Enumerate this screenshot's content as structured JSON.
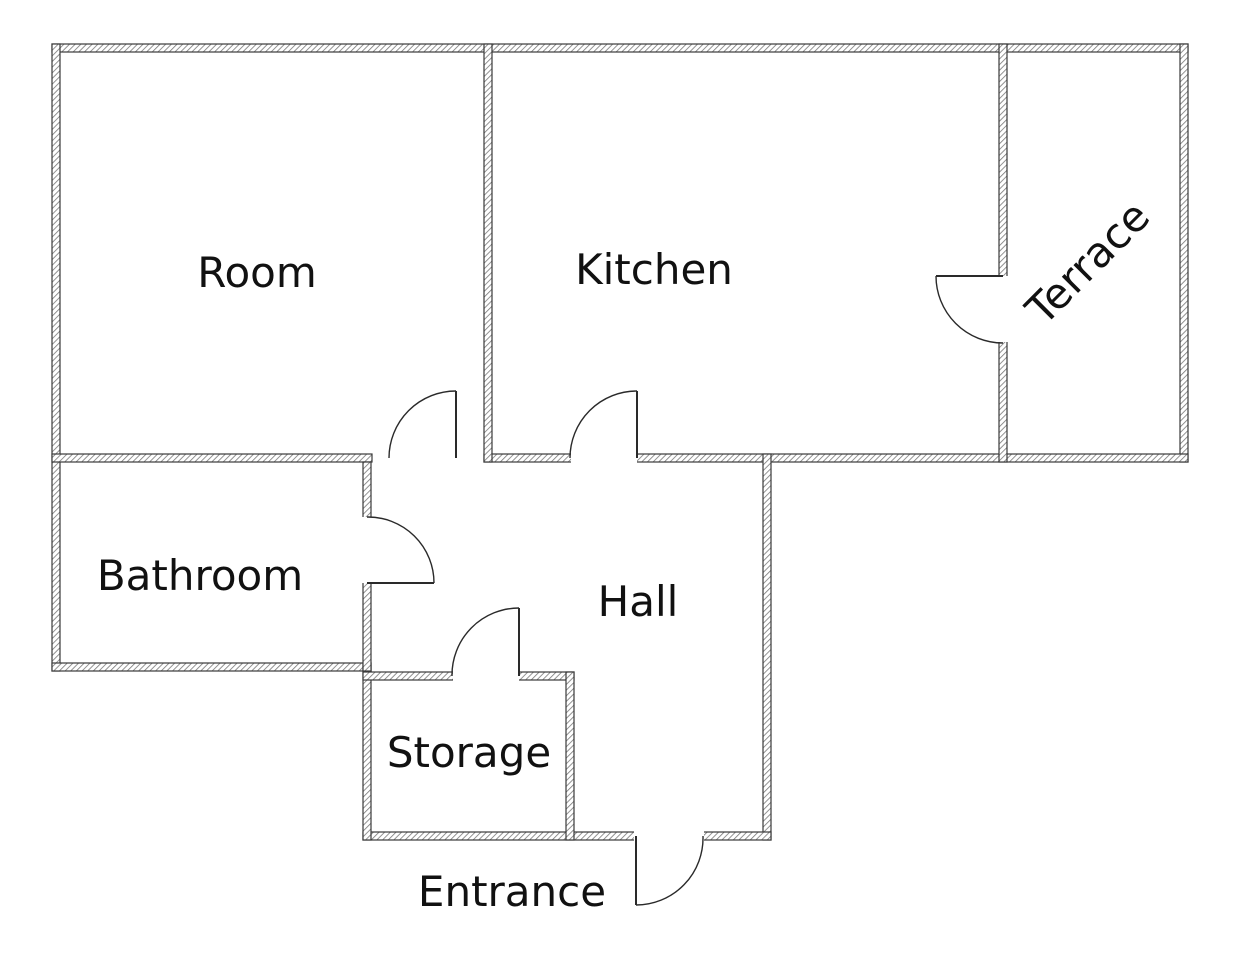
{
  "floor_plan": {
    "rooms": {
      "room": "Room",
      "kitchen": "Kitchen",
      "terrace": "Terrace",
      "bathroom": "Bathroom",
      "hall": "Hall",
      "storage": "Storage"
    },
    "entrance_label": "Entrance"
  },
  "colors": {
    "wall_outline": "#3a3a3a",
    "wall_hatch": "#777777",
    "background": "#ffffff",
    "text": "#111111"
  }
}
